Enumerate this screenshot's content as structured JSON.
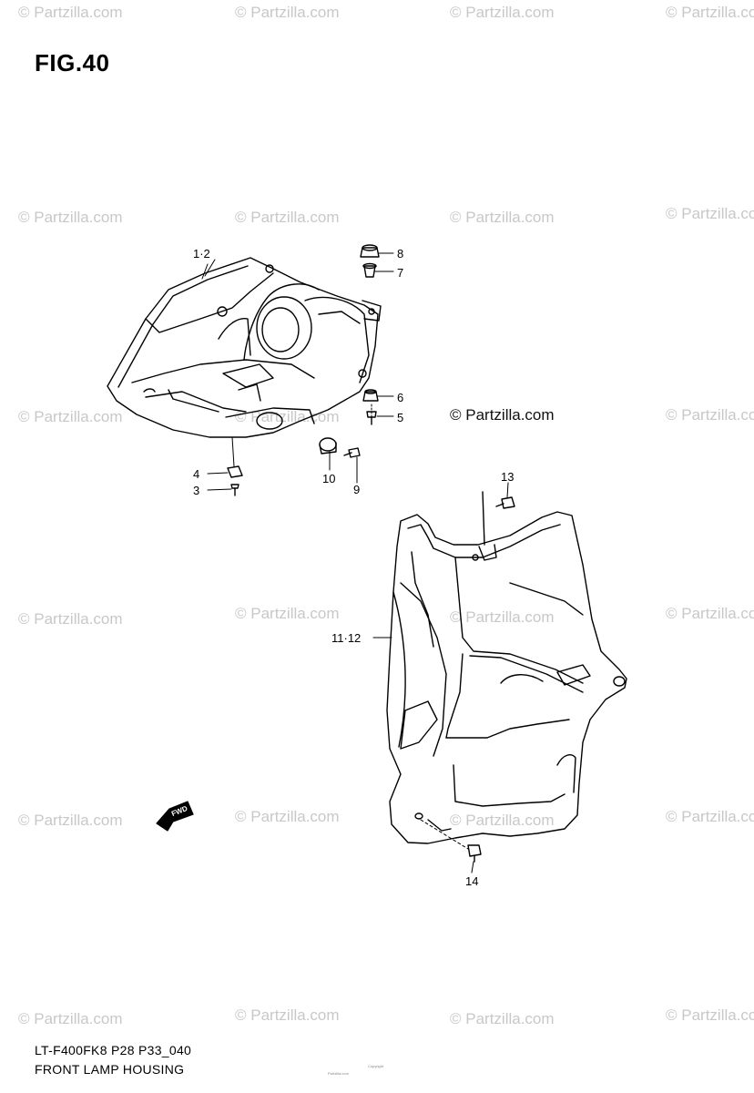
{
  "figure": {
    "title": "FIG.40"
  },
  "watermark": {
    "text": "© Partzilla.com"
  },
  "brand_mark": {
    "text": "© Partzilla.com"
  },
  "callouts": {
    "c1_2": "1·2",
    "c3": "3",
    "c4": "4",
    "c5": "5",
    "c6": "6",
    "c7": "7",
    "c8": "8",
    "c9": "9",
    "c10": "10",
    "c11_12": "11·12",
    "c13": "13",
    "c14": "14"
  },
  "fwd_arrow": {
    "label": "FWD"
  },
  "footer": {
    "model_code": "LT-F400FK8 P28 P33_040",
    "section_title": "FRONT LAMP HOUSING"
  },
  "copyright": {
    "line1": "Copyright",
    "line2": "Partzilla.com"
  }
}
